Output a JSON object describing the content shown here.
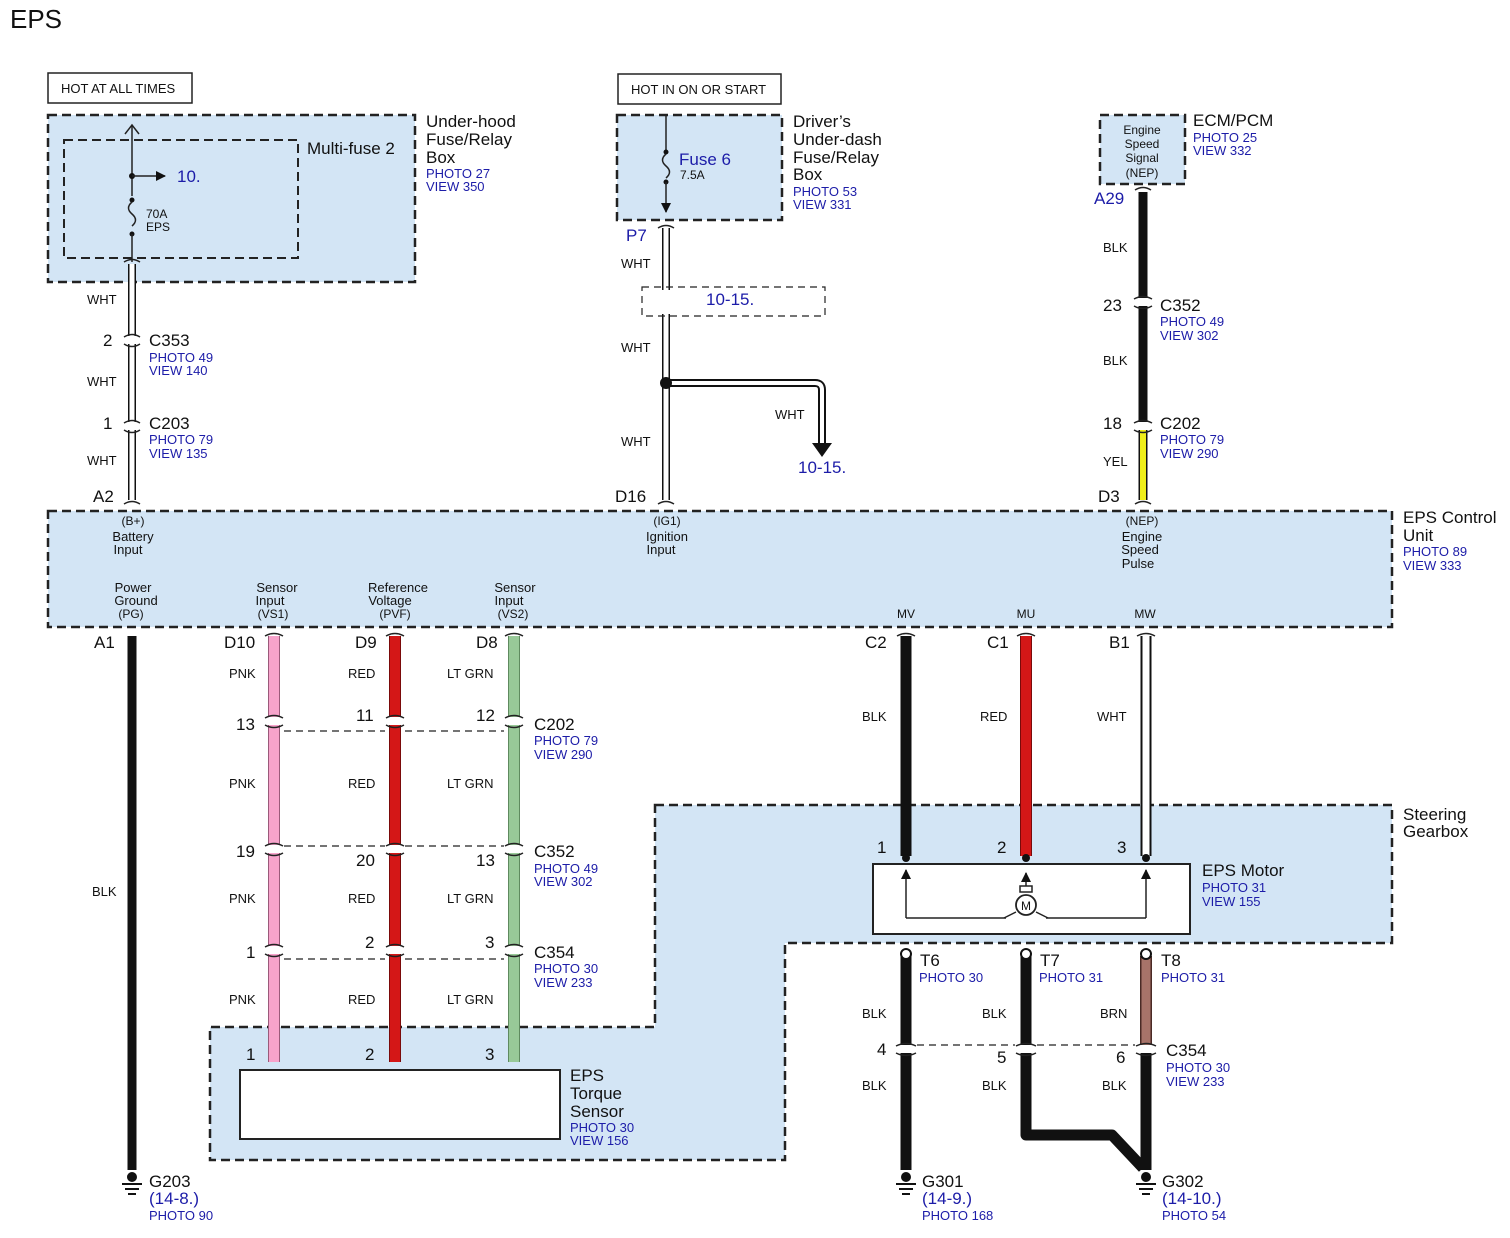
{
  "title": "EPS",
  "headers": {
    "hot_always": "HOT AT ALL TIMES",
    "hot_on": "HOT IN ON OR START"
  },
  "underhood": {
    "name1": "Under-hood",
    "name2": "Fuse/Relay",
    "name3": "Box",
    "photo": "PHOTO 27",
    "view": "VIEW 350",
    "multifuse": "Multi-fuse 2",
    "ref": "10.",
    "fuse_amp": "70A",
    "fuse_name": "EPS"
  },
  "underdash": {
    "name1": "Driver’s",
    "name2": "Under-dash",
    "name3": "Fuse/Relay",
    "name4": "Box",
    "photo": "PHOTO 53",
    "view": "VIEW 331",
    "fuse": "Fuse 6",
    "fuse_amp": "7.5A"
  },
  "ecm": {
    "name": "ECM/PCM",
    "photo": "PHOTO 25",
    "view": "VIEW 332",
    "l1": "Engine",
    "l2": "Speed",
    "l3": "Signal",
    "l4": "(NEP)",
    "pin": "A29"
  },
  "wires": {
    "wht": "WHT",
    "blk": "BLK",
    "yel": "YEL",
    "pnk": "PNK",
    "red": "RED",
    "ltgrn": "LT GRN",
    "brn": "BRN"
  },
  "conn": {
    "c353": "C353",
    "c203": "C203",
    "c352": "C352",
    "c202": "C202",
    "c354": "C354",
    "photo49": "PHOTO 49",
    "view140": "VIEW 140",
    "photo79": "PHOTO 79",
    "view135": "VIEW 135",
    "view302": "VIEW 302",
    "view290": "VIEW 290",
    "photo30": "PHOTO 30",
    "view233": "VIEW 233",
    "photo31": "PHOTO 31"
  },
  "pins": {
    "p7": "P7",
    "a2": "A2",
    "d16": "D16",
    "d3": "D3",
    "a1": "A1",
    "d10": "D10",
    "d9": "D9",
    "d8": "D8",
    "c2": "C2",
    "c1": "C1",
    "b1": "B1",
    "n1": "1",
    "n2": "2",
    "n3": "3",
    "n4": "4",
    "n5": "5",
    "n6": "6",
    "n11": "11",
    "n12": "12",
    "n13": "13",
    "n18": "18",
    "n19": "19",
    "n20": "20",
    "n23": "23"
  },
  "refs": {
    "r1015": "10-15."
  },
  "ecu": {
    "name1": "EPS Control",
    "name2": "Unit",
    "photo": "PHOTO 89",
    "view": "VIEW 333",
    "bplus": "(B+)",
    "batt1": "Battery",
    "batt2": "Input",
    "ig1": "(IG1)",
    "ign1": "Ignition",
    "ign2": "Input",
    "nep": "(NEP)",
    "eng1": "Engine",
    "eng2": "Speed",
    "eng3": "Pulse",
    "pg1": "Power",
    "pg2": "Ground",
    "pg3": "(PG)",
    "vs1a": "Sensor",
    "vs1b": "Input",
    "vs1c": "(VS1)",
    "pvf1": "Reference",
    "pvf2": "Voltage",
    "pvf3": "(PVF)",
    "vs2a": "Sensor",
    "vs2b": "Input",
    "vs2c": "(VS2)",
    "mv": "MV",
    "mu": "MU",
    "mw": "MW"
  },
  "gearbox": {
    "name1": "Steering",
    "name2": "Gearbox"
  },
  "motor": {
    "name": "EPS Motor",
    "photo": "PHOTO 31",
    "view": "VIEW 155",
    "m": "M"
  },
  "torque": {
    "name1": "EPS",
    "name2": "Torque",
    "name3": "Sensor",
    "photo": "PHOTO 30",
    "view": "VIEW 156"
  },
  "terminals": {
    "t6": "T6",
    "t7": "T7",
    "t8": "T8"
  },
  "grounds": {
    "g203": "G203",
    "g203ref": "(14-8.)",
    "g203photo": "PHOTO 90",
    "g301": "G301",
    "g301ref": "(14-9.)",
    "g301photo": "PHOTO 168",
    "g302": "G302",
    "g302ref": "(14-10.)",
    "g302photo": "PHOTO 54"
  },
  "colors": {
    "panel": "#d3e5f5",
    "pnk": "#f7a3cb",
    "red": "#d41717",
    "ltgrn": "#98c998",
    "yel": "#f0ef1a",
    "brn": "#a87369",
    "blk": "#111111",
    "link": "#1c1ca8"
  }
}
